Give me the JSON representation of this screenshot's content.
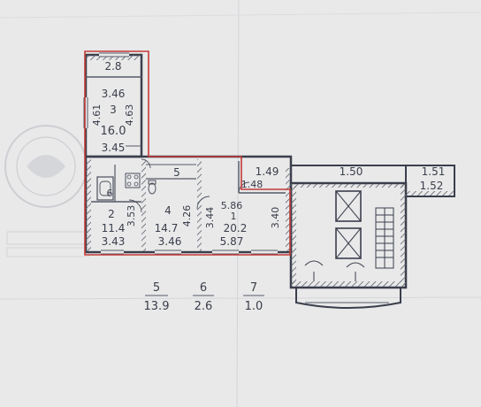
{
  "colors": {
    "paper": "#e9e9ea",
    "line": "#3b3f4c",
    "highlight": "#c23a36",
    "stamp": "#b9bcc4"
  },
  "labels": {
    "room_3": {
      "dim_top": "2.8",
      "dim_mid": "3.46",
      "number": "3",
      "area": "16.0",
      "dim_left": "4.61",
      "dim_right": "4.63",
      "dim_bottom": "3.45"
    },
    "room_2": {
      "number": "2",
      "area": "11.4",
      "dim_right": "3.53",
      "dim_bottom": "3.43"
    },
    "room_6": {
      "number": "6"
    },
    "room_5": {
      "number": "5"
    },
    "room_4": {
      "number": "4",
      "area": "14.7",
      "dim_right": "4.26",
      "dim_bottom": "3.46"
    },
    "room_1": {
      "number": "1",
      "area": "20.2",
      "dim_top": "5.86",
      "dim_bottom": "5.87",
      "dim_left": "3.44",
      "dim_right": "3.40"
    },
    "corridor": {
      "dim_a": "1.49",
      "dim_b": "1.48",
      "dim_c": "1.50"
    },
    "balcony_right": {
      "dim_a": "1.51",
      "dim_b": "1.52"
    }
  },
  "summary": [
    {
      "number": "5",
      "area": "13.9"
    },
    {
      "number": "6",
      "area": "2.6"
    },
    {
      "number": "7",
      "area": "1.0"
    }
  ]
}
